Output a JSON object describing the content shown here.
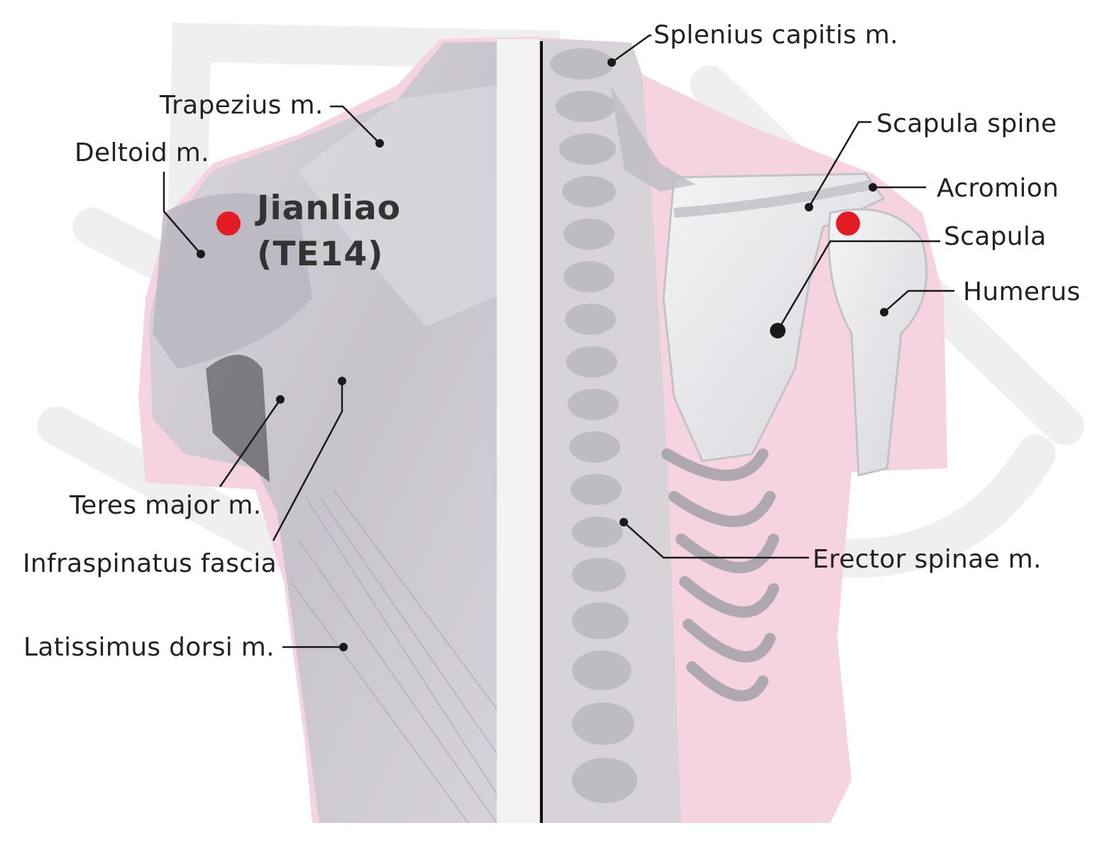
{
  "colors": {
    "background": "#ffffff",
    "skin_pink": "#f3c9d8",
    "muscle_gray": "#c8c8ce",
    "bone_white": "#ececef",
    "leader_line": "#1a1a1a",
    "acupoint_red": "#e31b23",
    "midline": "#111111"
  },
  "acupoint": {
    "name": "Jianliao",
    "code": "(TE14)"
  },
  "labels": {
    "splenius_capitis": "Splenius capitis m.",
    "trapezius": "Trapezius m.",
    "deltoid": "Deltoid m.",
    "scapula_spine": "Scapula spine",
    "acromion": "Acromion",
    "scapula": "Scapula",
    "humerus": "Humerus",
    "teres_major": "Teres major m.",
    "infraspinatus_fascia": "Infraspinatus fascia",
    "erector_spinae": "Erector spinae m.",
    "latissimus_dorsi": "Latissimus dorsi m."
  }
}
